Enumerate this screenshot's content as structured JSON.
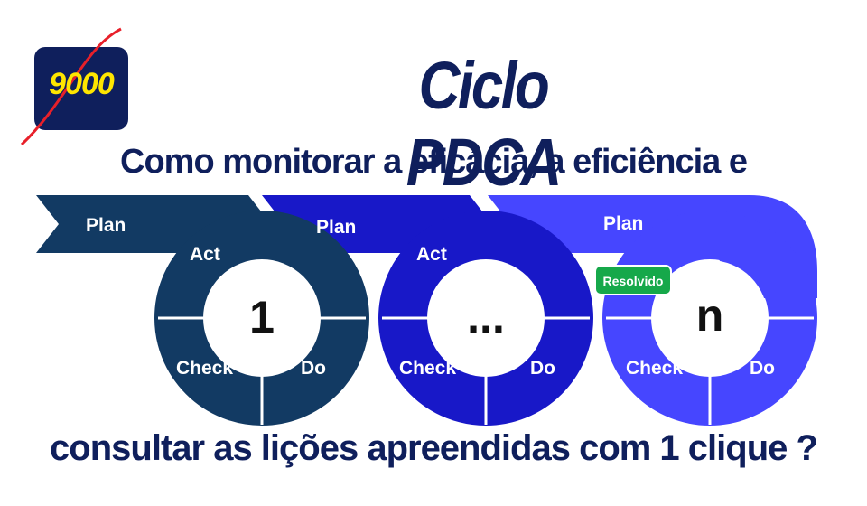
{
  "logo": {
    "text": "9000"
  },
  "title": "Ciclo PDCA",
  "subtitle": "Como monitorar a eficácia, a eficiência e",
  "bottom_text": "consultar as lições apreendidas com 1 clique ?",
  "colors": {
    "navy": "#0f1f5c",
    "cycle1": "#123a63",
    "cycle2": "#1818c8",
    "cycle3": "#4646ff",
    "badge": "#16a84a",
    "logo_accent": "#ffe600",
    "logo_slash": "#e8202a"
  },
  "cycles": [
    {
      "id": "1",
      "plan": "Plan",
      "act": "Act",
      "check": "Check",
      "do": "Do",
      "center": "1"
    },
    {
      "id": "2",
      "plan": "Plan",
      "act": "Act",
      "check": "Check",
      "do": "Do",
      "center": "..."
    },
    {
      "id": "3",
      "plan": "Plan",
      "act": "",
      "check": "Check",
      "do": "Do",
      "center": "n",
      "badge": "Resolvido"
    }
  ]
}
